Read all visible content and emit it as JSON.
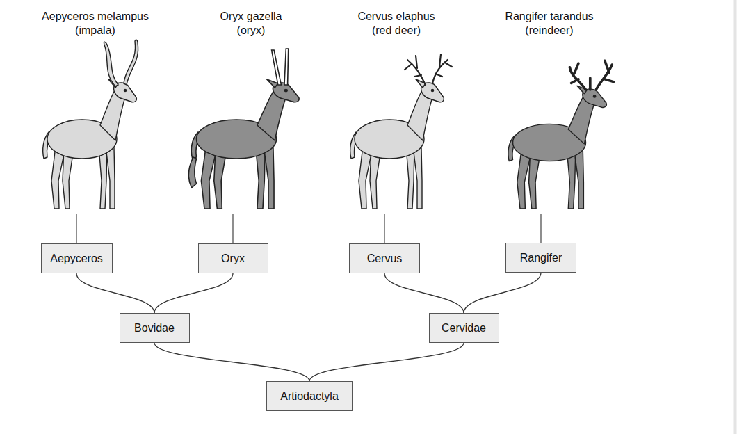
{
  "diagram": {
    "nodes": [
      {
        "text": [
          "Aepyceros"
        ]
      },
      {
        "text": [
          "Oryx"
        ]
      },
      {
        "text": [
          "Cervus"
        ]
      },
      {
        "text": [
          "Rangifer"
        ]
      },
      {
        "text": [
          "Bovidae"
        ]
      },
      {
        "text": [
          "Cervidae"
        ]
      },
      {
        "text": [
          "Artiodactyla"
        ]
      }
    ],
    "edges": [
      {
        "from": 4,
        "to": 0,
        "arrow": "none"
      },
      {
        "from": 4,
        "to": 1,
        "arrow": "none"
      },
      {
        "from": 5,
        "to": 2,
        "arrow": "none"
      },
      {
        "from": 5,
        "to": 3,
        "arrow": "none"
      },
      {
        "from": 6,
        "to": 4,
        "arrow": "none"
      },
      {
        "from": 6,
        "to": 5,
        "arrow": "none"
      }
    ],
    "labels": [
      "Aepyceros melampus (impala)",
      "Oryx gazella (oryx)",
      "Cervus elaphus (red deer)",
      "Rangifer tarandus (reindeer)"
    ]
  }
}
